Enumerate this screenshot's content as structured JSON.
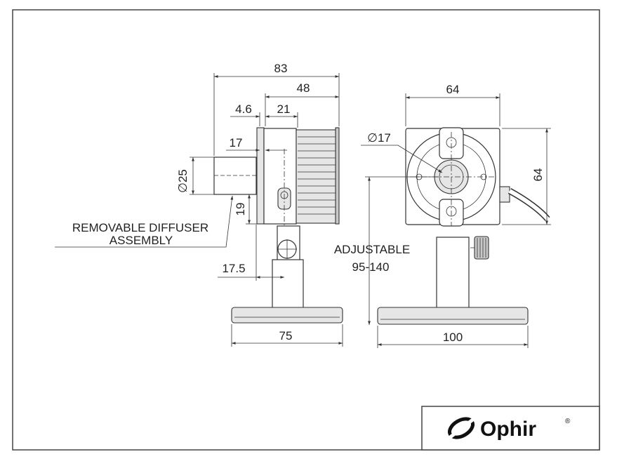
{
  "side_view": {
    "dim_overall_length": "83",
    "dim_head_length": "48",
    "dim_front_offset": "4.6",
    "dim_fin_depth": "21",
    "dim_aperture_offset": "17",
    "dim_diffuser_dia": "∅25",
    "dim_axis_height": "19",
    "dim_post_offset": "17.5",
    "dim_base_length": "75",
    "note_line1": "REMOVABLE DIFFUSER",
    "note_line2": "ASSEMBLY"
  },
  "front_view": {
    "dim_width": "64",
    "dim_height": "64",
    "dim_aperture_dia": "∅17",
    "dim_base_width": "100",
    "adjust_label": "ADJUSTABLE",
    "adjust_range": "95-140"
  },
  "title_block": {
    "company": "Ophir",
    "registered_mark": "®"
  },
  "colors": {
    "line": "#333333",
    "fill_light": "#e6e6e6",
    "fill_dark": "#c9c9c9"
  }
}
